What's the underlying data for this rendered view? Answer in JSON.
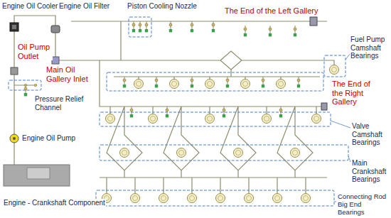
{
  "diagram": {
    "labels": [
      "Engine Oil Cooler",
      "Engine Oil Filter",
      "Piston Cooling Nozzle",
      "The End of the Left Gallery",
      "Fuel Pump Camshaft Bearings",
      "Oil Pump Outlet",
      "Main Oil Gallery Inlet",
      "The End of the Right Gallery",
      "Pressure Relief Channel",
      "Valve Camshaft Bearings",
      "Engine Oil Pump",
      "Main Crankshaft Bearings",
      "Engine - Crankshaft Component",
      "Connecting Rod Big End Bearings"
    ]
  }
}
